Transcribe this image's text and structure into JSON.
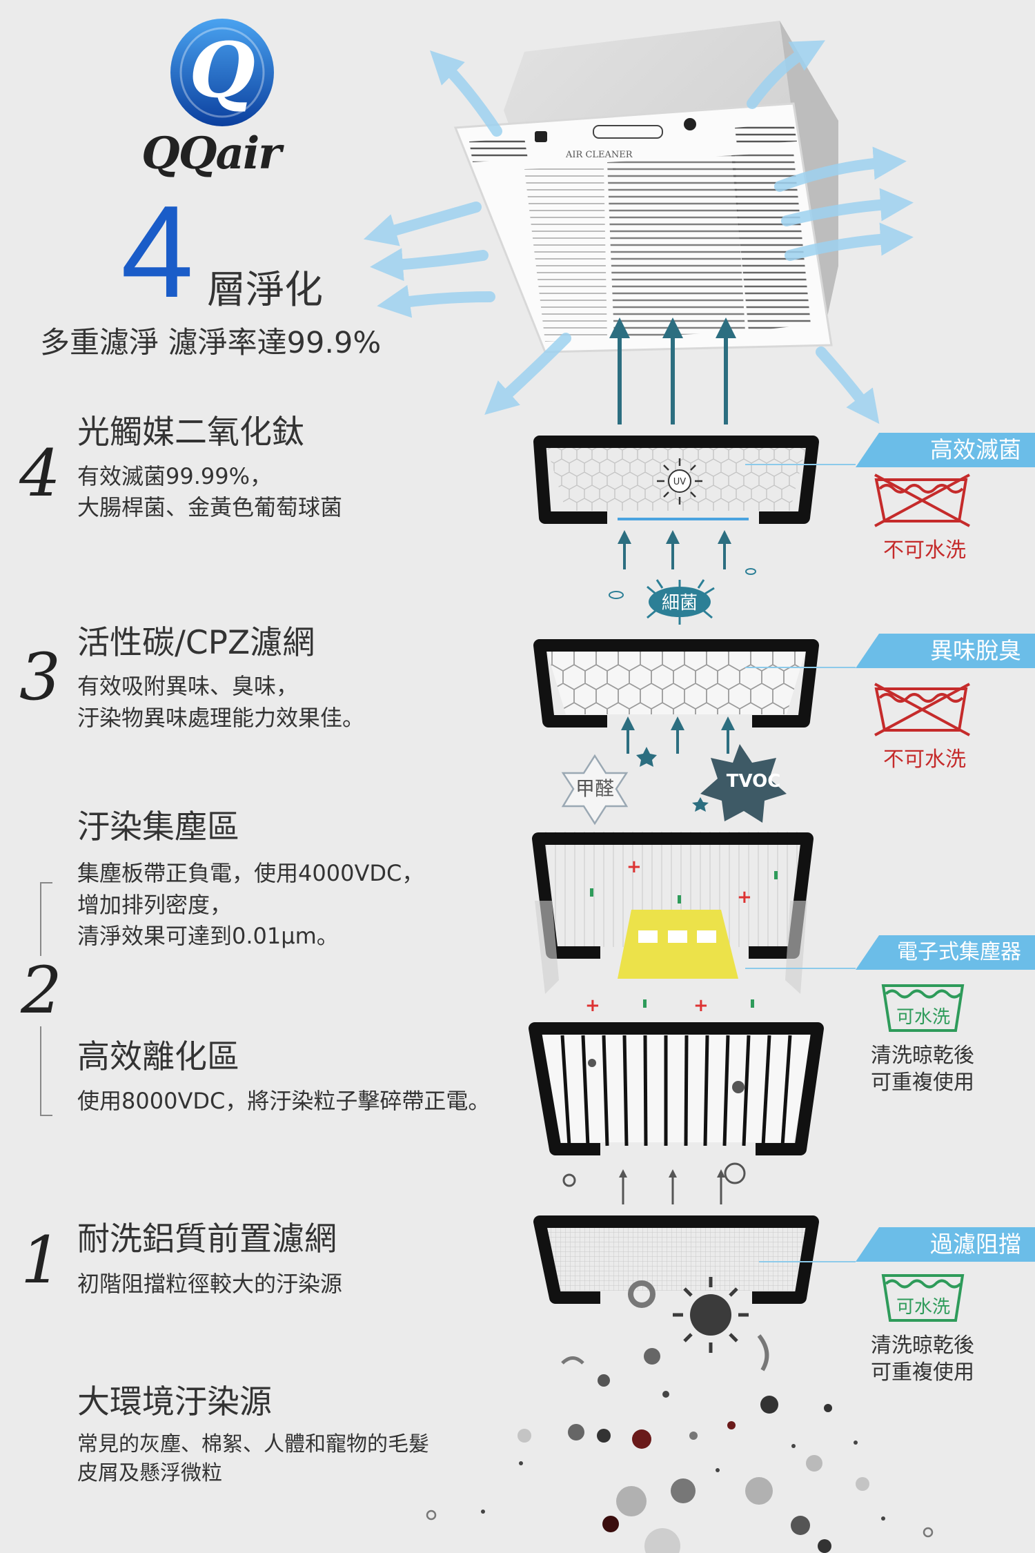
{
  "brand": {
    "logo_letter": "Q",
    "name": "QQair"
  },
  "headline": {
    "number": "4",
    "title": "層淨化",
    "subtitle": "多重濾淨 濾淨率達99.9%"
  },
  "device": {
    "panel_text": "AIR CLEANER"
  },
  "sections": [
    {
      "number": "4",
      "title": "光觸媒二氧化鈦",
      "desc_line1": "有效滅菌99.99%，",
      "desc_line2": "大腸桿菌、金黃色葡萄球菌"
    },
    {
      "number": "3",
      "title": "活性碳/CPZ濾網",
      "desc_line1": "有效吸附異味、臭味，",
      "desc_line2": "汙染物異味處理能力效果佳。"
    },
    {
      "number": "2",
      "zone_a_title": "汙染集塵區",
      "zone_a_line1": "集塵板帶正負電，使用4000VDC，",
      "zone_a_line2": "增加排列密度，",
      "zone_a_line3": "清淨效果可達到0.01μm。",
      "zone_b_title": "高效離化區",
      "zone_b_line1": "使用8000VDC，將汙染粒子擊碎帶正電。"
    },
    {
      "number": "1",
      "title": "耐洗鋁質前置濾網",
      "desc_line1": "初階阻擋粒徑較大的汙染源"
    }
  ],
  "environment": {
    "title": "大環境汙染源",
    "desc_line1": "常見的灰塵、棉絮、人體和寵物的毛髮",
    "desc_line2": "皮屑及懸浮微粒"
  },
  "labels": {
    "uv": "UV",
    "bacteria": "細菌",
    "formaldehyde": "甲醛",
    "tvoc": "TVOC"
  },
  "tags": [
    {
      "text": "高效滅菌",
      "wash": "不可水洗",
      "washable": false
    },
    {
      "text": "異味脫臭",
      "wash": "不可水洗",
      "washable": false
    },
    {
      "text": "電子式集塵器",
      "wash": "可水洗",
      "washable": true,
      "note_line1": "清洗晾乾後",
      "note_line2": "可重複使用"
    },
    {
      "text": "過濾阻擋",
      "wash": "可水洗",
      "washable": true,
      "note_line1": "清洗晾乾後",
      "note_line2": "可重複使用"
    }
  ],
  "colors": {
    "brand_blue": "#1a5cc8",
    "tag_blue": "#6bbde8",
    "arrow_teal": "#2c6e80",
    "warning_red": "#c52b2b",
    "wash_green": "#2e9b5a",
    "plate_yellow": "#ece24a"
  }
}
